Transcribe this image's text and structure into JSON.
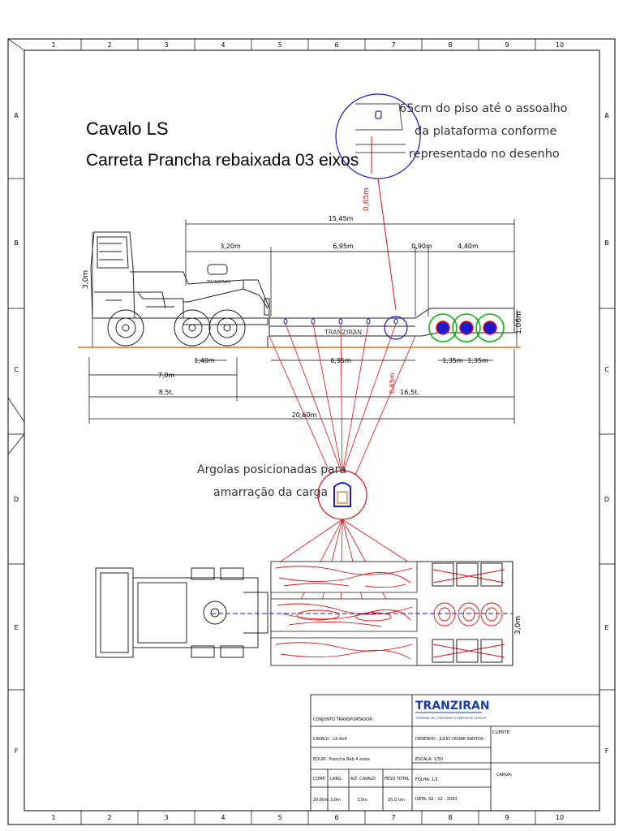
{
  "sheet": {
    "col_labels": [
      "1",
      "2",
      "3",
      "4",
      "5",
      "6",
      "7",
      "8",
      "9",
      "10"
    ],
    "row_labels": [
      "A",
      "B",
      "C",
      "D",
      "E",
      "F"
    ]
  },
  "title": {
    "line1": "Cavalo LS",
    "line2": "Carreta Prancha rebaixada 03 eixos"
  },
  "notes": {
    "floor_line1": "65cm do piso até o assoalho",
    "floor_line2": "da plataforma conforme",
    "floor_line3": "representado no desenho",
    "rings_line1": "Argolas posicionadas para",
    "rings_line2": "amarração da carga"
  },
  "dimensions": {
    "overall_top": "15,45m",
    "d_3_20": "3,20m",
    "d_6_95_top": "6,95m",
    "d_0_90": "0,90m",
    "d_4_40": "4,40m",
    "height_cab": "3,0m",
    "height_rear": "1,06m",
    "platform_height_detail": "0,65m",
    "platform_height_side": "0,65m",
    "d_1_40": "1,40m",
    "d_6_95_bottom": "6,95m",
    "d_1_35_a": "1,35m",
    "d_1_35_b": "1,35m",
    "d_7_0": "7,0m",
    "load_8_5": "8,5t.",
    "load_16_5": "16,5t.",
    "overall_length": "20,60m",
    "width_top_view": "3,0m"
  },
  "labels": {
    "trailer_side": "TRANZIRAN",
    "tractor_side": "TRANZIRAN"
  },
  "title_block": {
    "brand": "TRANZIRAN",
    "brand_sub": "TERMINAL DE CONTAINER E REBOQUES SERVICE",
    "conjunto": "CONJUNTO TRANSPORTADOR:",
    "cavalo": "CAVALO : LS 6x4",
    "equip": "EQUIP.: Prancha Reb 4 eixos",
    "desenho": "DESENHO : JULIO CEDAR SANTOS",
    "escala": "ESCALA: 1/50",
    "folha": "FOLHA: 1/1",
    "data": "DATA: 02 - 12 - 2020",
    "cliente": "CLIENTE:",
    "carga": "CARGA:",
    "table_headers": [
      "COMP.",
      "LARG.",
      "ALT. CAVALO",
      "PESO TOTAL"
    ],
    "table_values": [
      "20,60m",
      "3,0m",
      "3,0m",
      "25,0 ton"
    ]
  },
  "colors": {
    "red": "#e01010",
    "blue": "#1a1ad0",
    "green": "#10b010",
    "orange": "#e07020",
    "brand_blue": "#1a3ea8"
  }
}
